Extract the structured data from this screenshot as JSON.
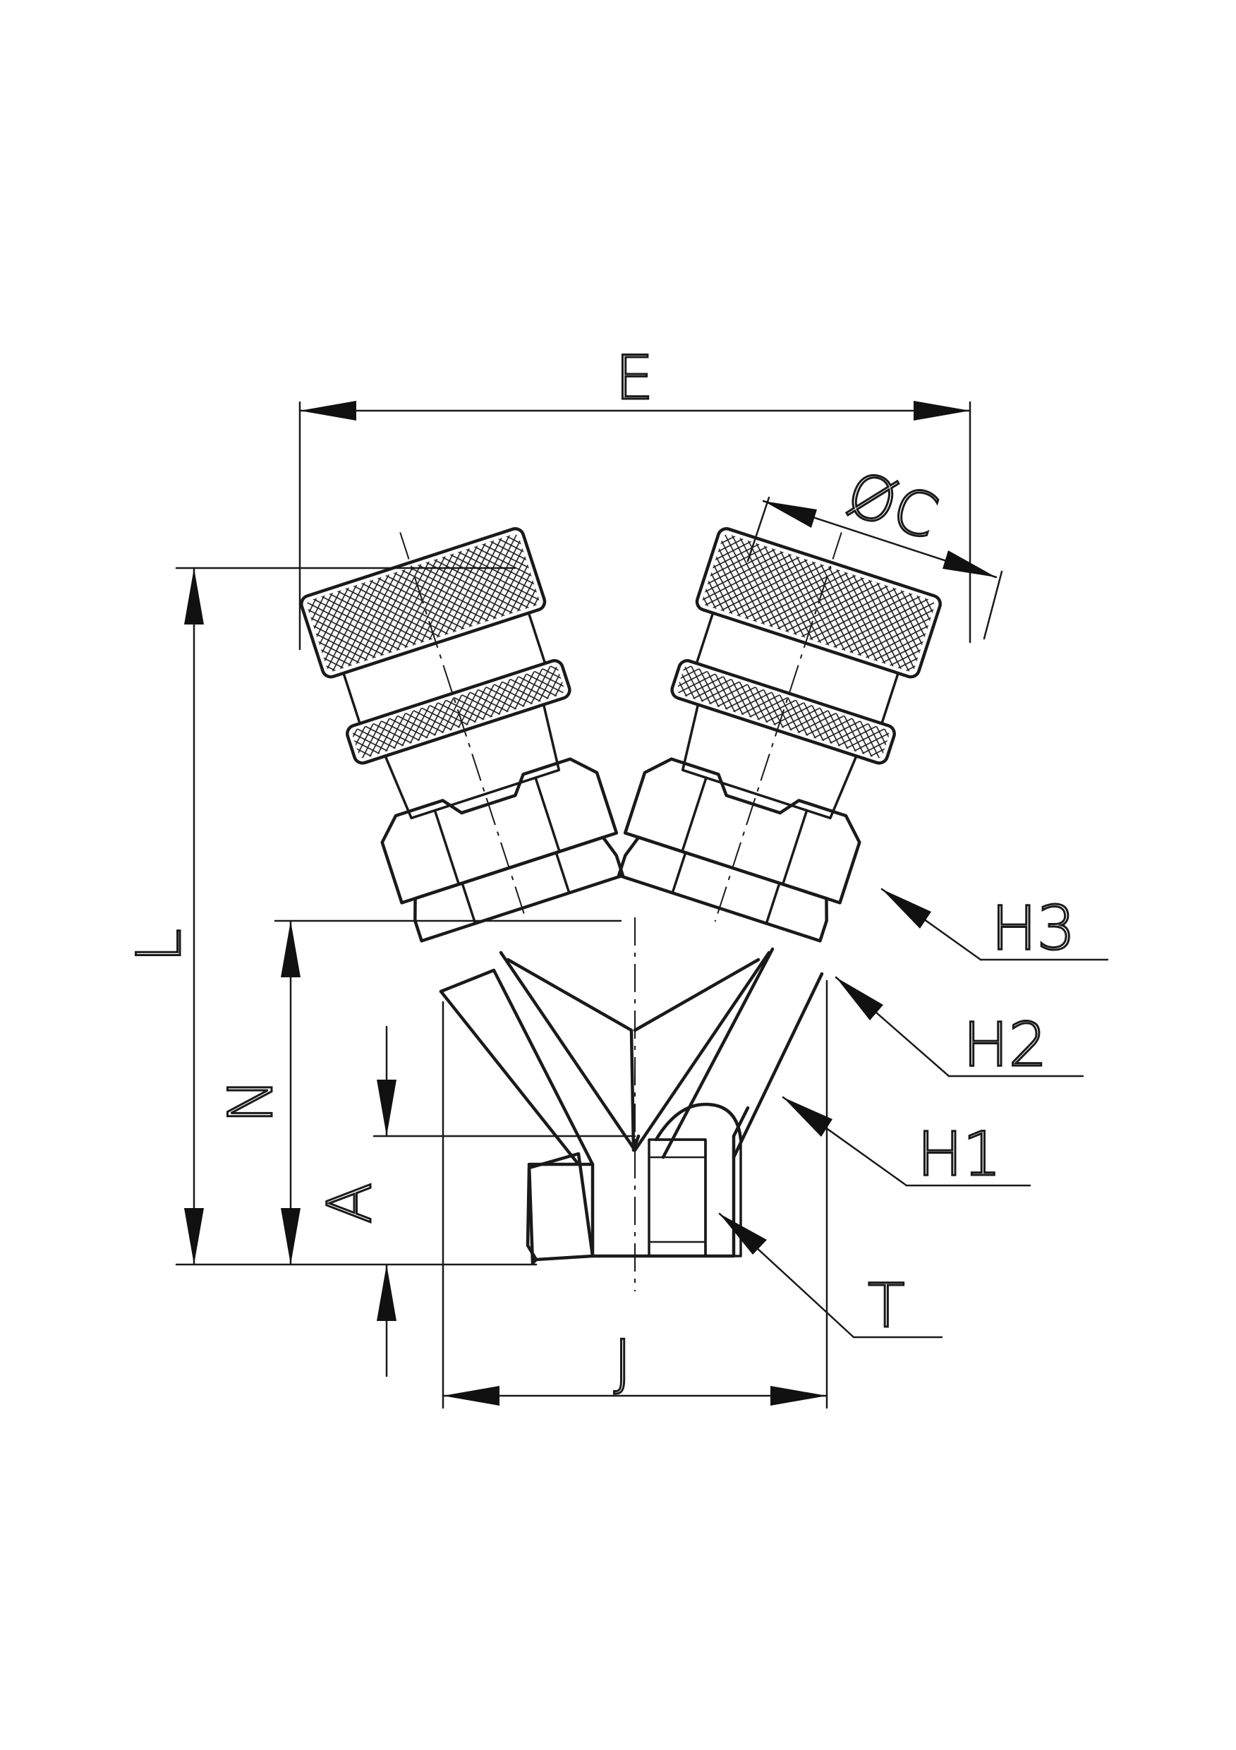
{
  "labels": {
    "E": "E",
    "C": "ØC",
    "L": "L",
    "N": "N",
    "A": "A",
    "J": "J",
    "H3": "H3",
    "H2": "H2",
    "H1": "H1",
    "T": "T"
  }
}
